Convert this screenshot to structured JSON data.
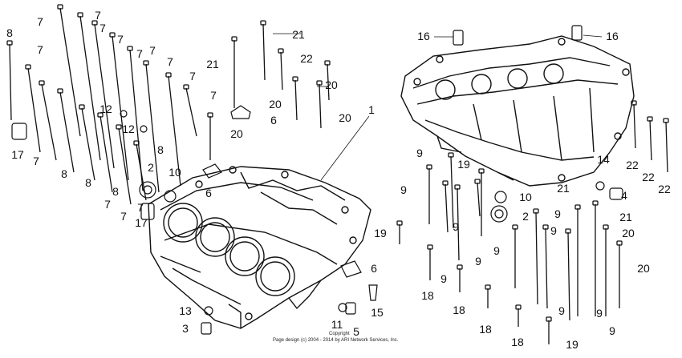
{
  "colors": {
    "ink": "#111111",
    "paper": "#ffffff"
  },
  "copyright": "Copyright",
  "footer": "Page design (c) 2004 - 2014 by ARI Network Services, Inc.",
  "callouts": [
    {
      "n": "8"
    },
    {
      "n": "7"
    },
    {
      "n": "7"
    },
    {
      "n": "7"
    },
    {
      "n": "7"
    },
    {
      "n": "7"
    },
    {
      "n": "7"
    },
    {
      "n": "7"
    },
    {
      "n": "7"
    },
    {
      "n": "7"
    },
    {
      "n": "7"
    },
    {
      "n": "12"
    },
    {
      "n": "12"
    },
    {
      "n": "17"
    },
    {
      "n": "7"
    },
    {
      "n": "8"
    },
    {
      "n": "8"
    },
    {
      "n": "8"
    },
    {
      "n": "8"
    },
    {
      "n": "7"
    },
    {
      "n": "7"
    },
    {
      "n": "7"
    },
    {
      "n": "2"
    },
    {
      "n": "10"
    },
    {
      "n": "17"
    },
    {
      "n": "6"
    },
    {
      "n": "20"
    },
    {
      "n": "6"
    },
    {
      "n": "21"
    },
    {
      "n": "21"
    },
    {
      "n": "22"
    },
    {
      "n": "20"
    },
    {
      "n": "20"
    },
    {
      "n": "20"
    },
    {
      "n": "1"
    },
    {
      "n": "16"
    },
    {
      "n": "16"
    },
    {
      "n": "9"
    },
    {
      "n": "19"
    },
    {
      "n": "9"
    },
    {
      "n": "10"
    },
    {
      "n": "2"
    },
    {
      "n": "9"
    },
    {
      "n": "19"
    },
    {
      "n": "9"
    },
    {
      "n": "9"
    },
    {
      "n": "9"
    },
    {
      "n": "9"
    },
    {
      "n": "9"
    },
    {
      "n": "21"
    },
    {
      "n": "21"
    },
    {
      "n": "20"
    },
    {
      "n": "20"
    },
    {
      "n": "22"
    },
    {
      "n": "22"
    },
    {
      "n": "22"
    },
    {
      "n": "14"
    },
    {
      "n": "4"
    },
    {
      "n": "6"
    },
    {
      "n": "15"
    },
    {
      "n": "18"
    },
    {
      "n": "18"
    },
    {
      "n": "18"
    },
    {
      "n": "18"
    },
    {
      "n": "9"
    },
    {
      "n": "9"
    },
    {
      "n": "9"
    },
    {
      "n": "19"
    },
    {
      "n": "13"
    },
    {
      "n": "3"
    },
    {
      "n": "11"
    },
    {
      "n": "5"
    }
  ]
}
